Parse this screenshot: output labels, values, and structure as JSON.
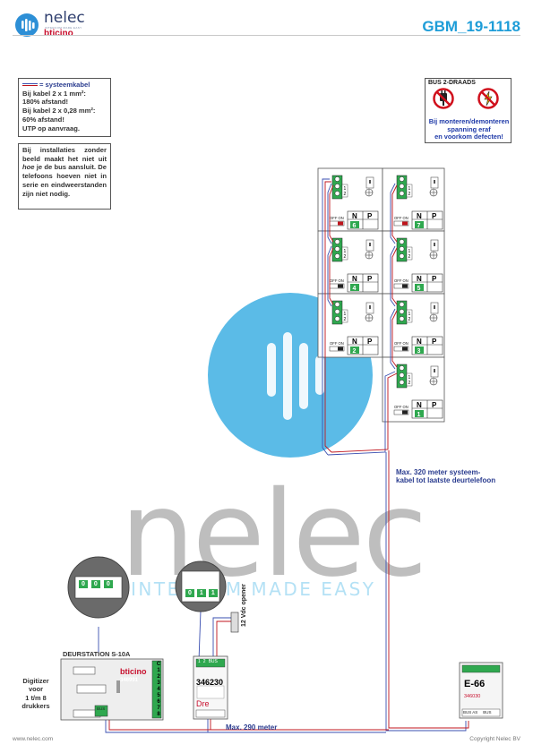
{
  "header": {
    "logo_word": "nelec",
    "logo_tagline": "INTERCOM MADE EASY",
    "logo_brand": "bticino",
    "doc_code": "GBM_19-1118"
  },
  "legend": {
    "title": "= systeemkabel",
    "lines": [
      "Bij kabel 2 x 1 mm²:",
      "180% afstand!",
      "Bij kabel 2 x 0,28 mm²:",
      "60% afstand!",
      "UTP op aanvraag."
    ]
  },
  "install_note": {
    "text_before": "Bij installaties zonder beeld maakt het niet uit ",
    "text_italic": "hoe",
    "text_after": " je de bus aansluit. De telefoons hoeven niet in serie en eindweerstanden zijn niet nodig."
  },
  "warning": {
    "title": "BUS 2-DRAADS",
    "lines": [
      "Bij monteren/demonteren",
      "spanning eraf",
      "en voorkom defecten!"
    ]
  },
  "watermark": {
    "word": "nelec",
    "tagline": "INTERCOM MADE EASY"
  },
  "handsets": [
    {
      "number": "6",
      "n_label": "N",
      "p_label": "P",
      "switch_label": "OFF ON",
      "terminals": [
        "1",
        "2"
      ],
      "switch_color": "#c0141c"
    },
    {
      "number": "7",
      "n_label": "N",
      "p_label": "P",
      "switch_label": "OFF ON",
      "terminals": [
        "1",
        "2"
      ],
      "switch_color": "#c0141c"
    },
    {
      "number": "4",
      "n_label": "N",
      "p_label": "P",
      "switch_label": "OFF ON",
      "terminals": [
        "1",
        "2"
      ],
      "switch_color": "#222222"
    },
    {
      "number": "5",
      "n_label": "N",
      "p_label": "P",
      "switch_label": "OFF ON",
      "terminals": [
        "1",
        "2"
      ],
      "switch_color": "#222222"
    },
    {
      "number": "2",
      "n_label": "N",
      "p_label": "P",
      "switch_label": "OFF ON",
      "terminals": [
        "1",
        "2"
      ],
      "switch_color": "#222222"
    },
    {
      "number": "3",
      "n_label": "N",
      "p_label": "P",
      "switch_label": "OFF ON",
      "terminals": [
        "1",
        "2"
      ],
      "switch_color": "#222222"
    },
    {
      "number": "1",
      "n_label": "N",
      "p_label": "P",
      "switch_label": "OFF ON",
      "terminals": [
        "1",
        "2"
      ],
      "switch_color": "#222222"
    }
  ],
  "distance_top": {
    "line1": "Max. 320 meter systeem-",
    "line2": "kabel tot laatste deurtelefoon"
  },
  "distance_bottom": "Max. 290 meter",
  "door_station": {
    "title": "DEURSTATION S-10A",
    "brand": "bticino",
    "model": "346991",
    "bus_label": "BUS",
    "terminal_labels": [
      "C",
      "1",
      "2",
      "3",
      "4",
      "5",
      "6",
      "7",
      "8"
    ]
  },
  "digitizer": {
    "lines": [
      "Digitizer",
      "voor",
      "1 t/m 8",
      "drukkers"
    ]
  },
  "interface": {
    "model": "346230",
    "brand_partial": "Dre",
    "top_labels": [
      "1",
      "2",
      "BUS"
    ]
  },
  "opener": {
    "label": "12 Vdc opener"
  },
  "psu": {
    "model": "E-66",
    "code": "346030",
    "sub_labels": [
      "BUS AS",
      "BUS"
    ]
  },
  "zoom_left": {
    "digits": [
      "0",
      "0",
      "0"
    ]
  },
  "zoom_right": {
    "digits": [
      "0",
      "1",
      "1"
    ]
  },
  "footer": {
    "left": "www.nelec.com",
    "right": "Copyright Nelec BV"
  },
  "colors": {
    "accent": "#1e9dd8",
    "brand_red": "#c8102e",
    "cable_blue": "#3a4fb0",
    "cable_red": "#c0141c",
    "terminal_green": "#2fa84f"
  }
}
